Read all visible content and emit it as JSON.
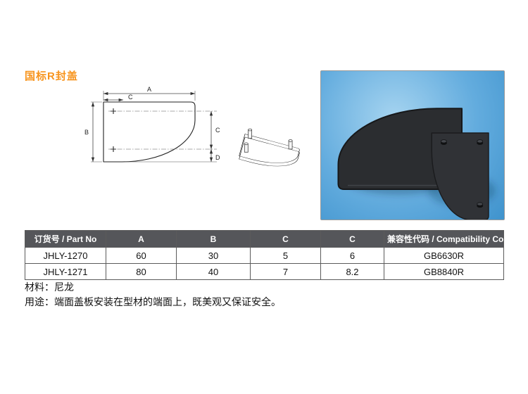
{
  "page": {
    "title": "国标R封盖"
  },
  "dims": {
    "a": "A",
    "c_top": "C",
    "b": "B",
    "c_right": "C",
    "d": "D"
  },
  "table": {
    "headers": [
      "订货号 / Part No",
      "A",
      "B",
      "C",
      "C",
      "兼容性代码 / Compatibility Code"
    ],
    "rows": [
      [
        "JHLY-1270",
        "60",
        "30",
        "5",
        "6",
        "GB6630R"
      ],
      [
        "JHLY-1271",
        "80",
        "40",
        "7",
        "8.2",
        "GB8840R"
      ]
    ]
  },
  "notes": {
    "material": "材料：尼龙",
    "usage": "用途：端面盖板安装在型材的端面上，既美观又保证安全。"
  },
  "colors": {
    "accent_title": "#F7941D",
    "table_header_bg": "#55565A",
    "photo_blue": "#5FABDD",
    "part_dark": "#2B2D30"
  }
}
